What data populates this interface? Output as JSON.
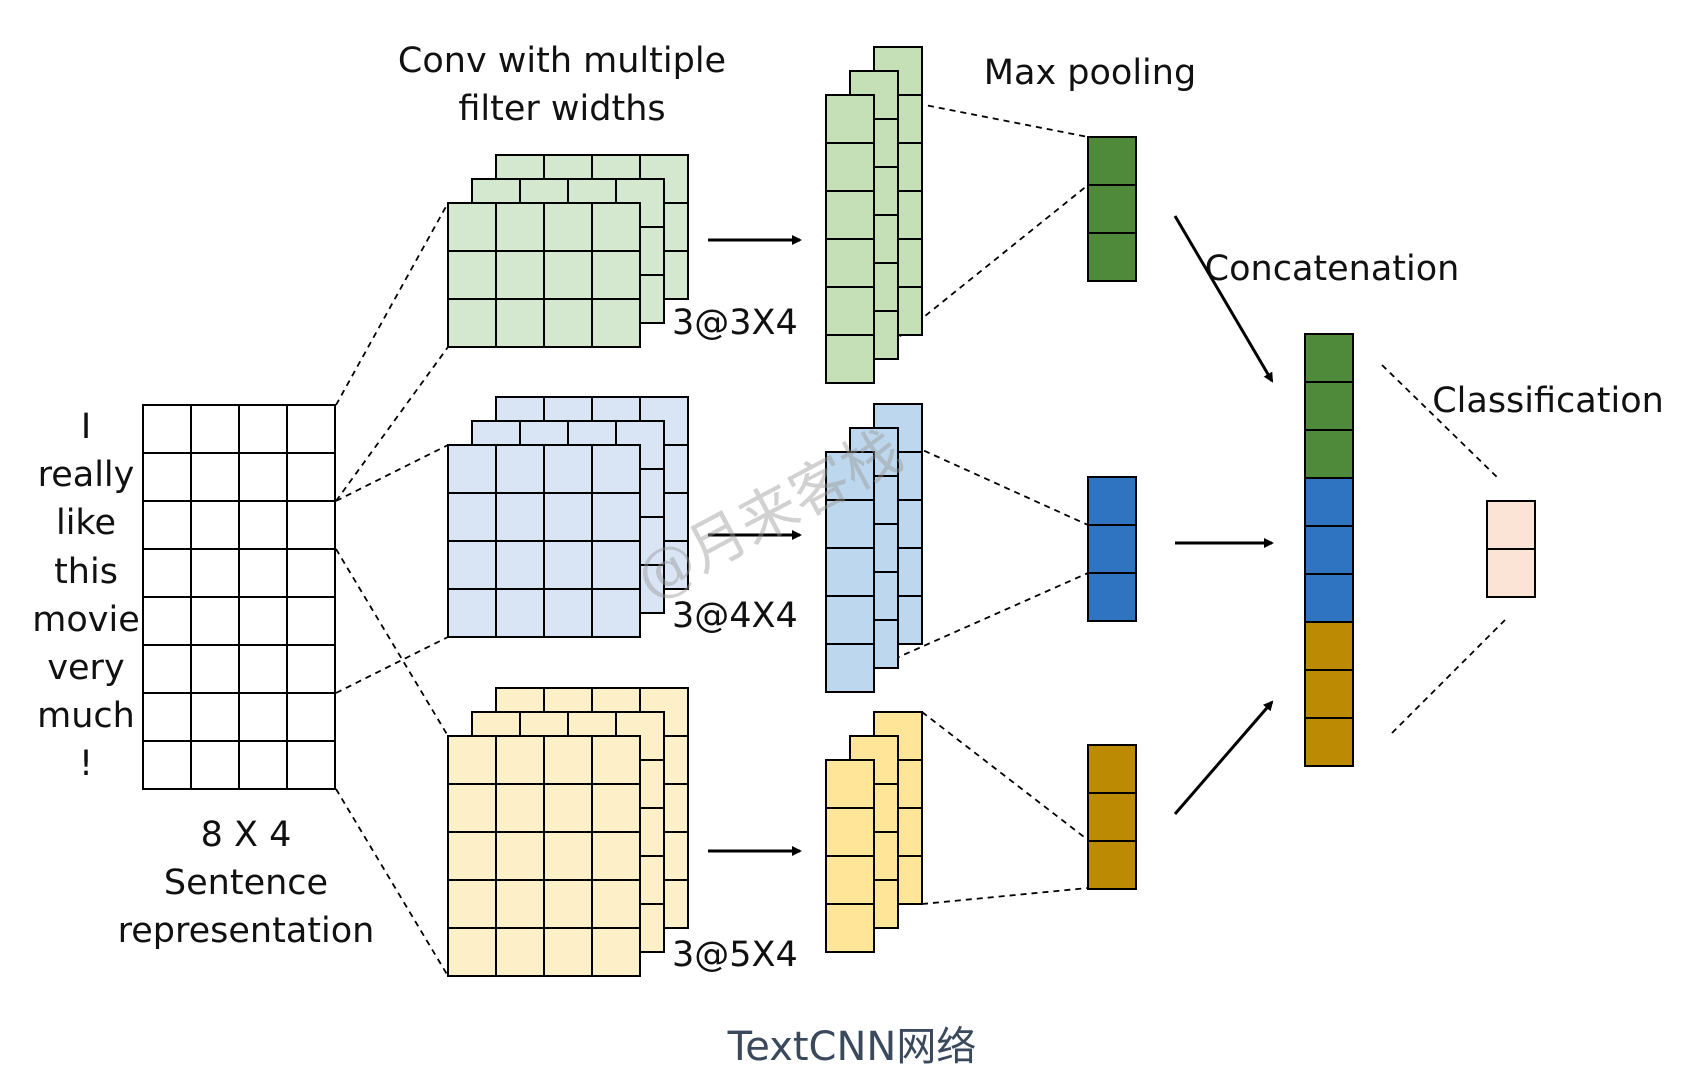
{
  "input": {
    "words": [
      "I",
      "really",
      "like",
      "this",
      "movie",
      "very",
      "much",
      "!"
    ],
    "size_label": "8 X 4",
    "name_line1": "Sentence",
    "name_line2": "representation"
  },
  "conv": {
    "title_line1": "Conv with multiple",
    "title_line2": "filter widths",
    "branches": [
      {
        "key": "w3",
        "label": "3@3X4",
        "fill": "#d3e8cf",
        "rows": 3,
        "fmap_rows": 6,
        "pooled": "#4f8a3a"
      },
      {
        "key": "w4",
        "label": "3@4X4",
        "fill": "#d9e4f5",
        "rows": 4,
        "fmap_rows": 5,
        "pooled": "#2e74c0"
      },
      {
        "key": "w5",
        "label": "3@5X4",
        "fill": "#fdefc8",
        "rows": 5,
        "fmap_rows": 4,
        "pooled": "#bd8a03"
      }
    ],
    "fmap_fills": [
      "#c5e0b6",
      "#bdd7ee",
      "#ffe598"
    ]
  },
  "stages": {
    "max_pooling": "Max pooling",
    "concatenation": "Concatenation",
    "classification": "Classification"
  },
  "output": {
    "fill": "#fbe4d5"
  },
  "watermark": "@月来客栈",
  "caption": "TextCNN网络"
}
